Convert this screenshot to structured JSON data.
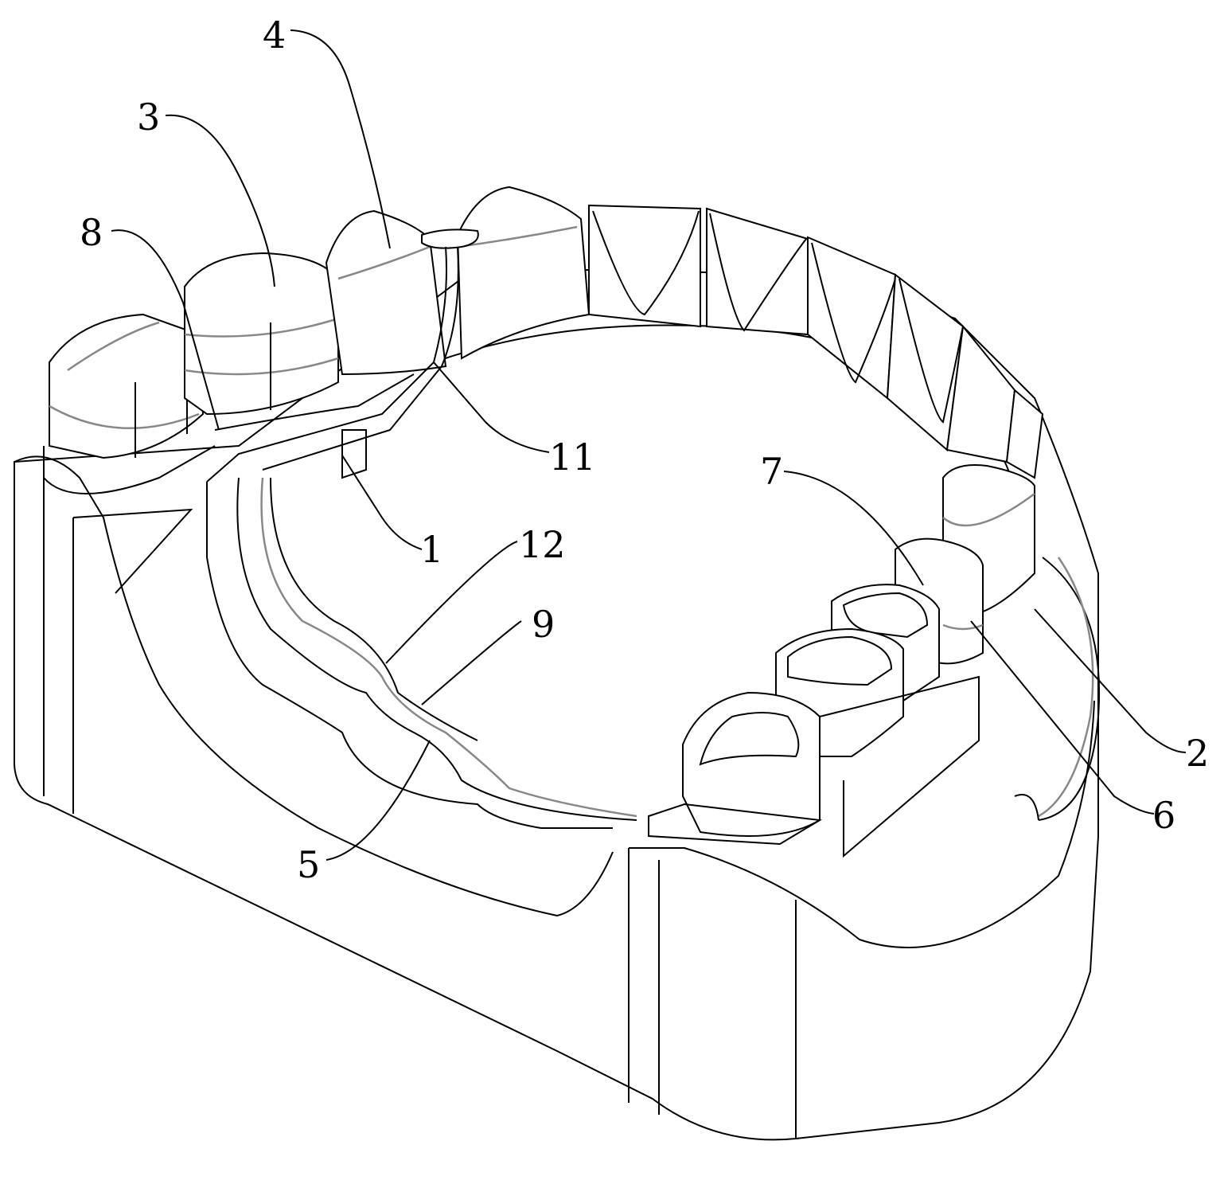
{
  "figure": {
    "title": "Dental model with removable partial denture framework",
    "labels": {
      "l1": "1",
      "l2": "2",
      "l3": "3",
      "l4": "4",
      "l5": "5",
      "l6": "6",
      "l7": "7",
      "l8": "8",
      "l9": "9",
      "l11": "11",
      "l12": "12"
    }
  }
}
